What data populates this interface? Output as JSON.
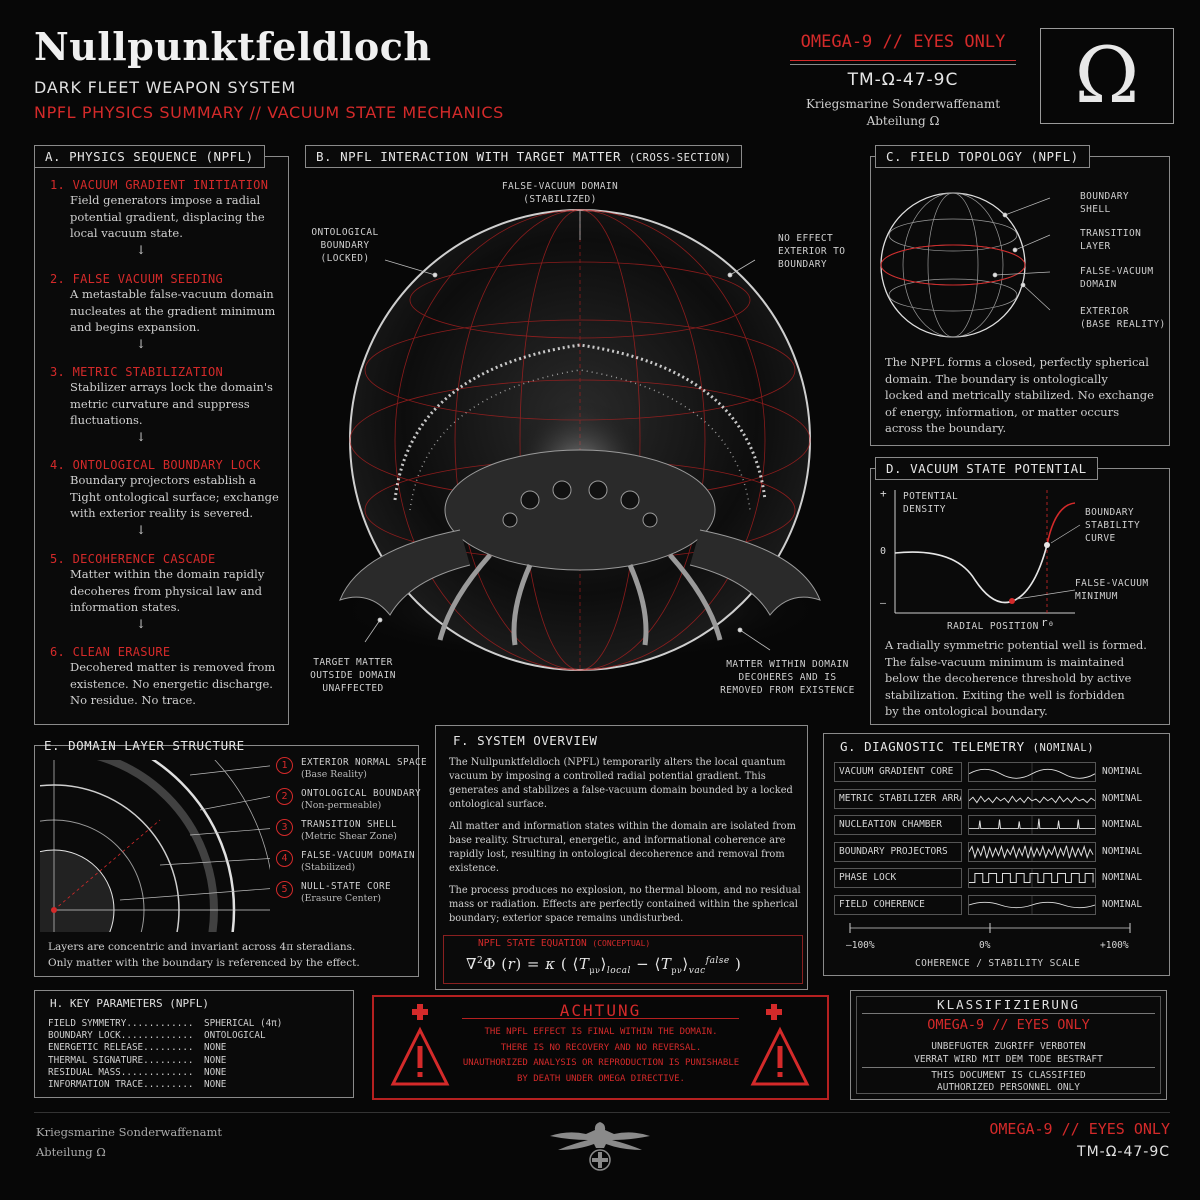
{
  "header": {
    "title": "Nullpunktfeldloch",
    "subtitle": "DARK FLEET WEAPON SYSTEM",
    "subtitle2": "NPFL PHYSICS SUMMARY // VACUUM STATE MECHANICS",
    "classification": "OMEGA-9 // EYES ONLY",
    "doc_code": "TM-Ω-47-9C",
    "org_line1": "Kriegsmarine Sonderwaffenamt",
    "org_line2": "Abteilung Ω",
    "omega_symbol": "Ω"
  },
  "panel_a": {
    "title": "A. PHYSICS SEQUENCE (NPFL)",
    "steps": [
      {
        "heading": "1. VACUUM GRADIENT INITIATION",
        "l1": "Field generators impose a radial",
        "l2": "potential gradient, displacing the",
        "l3": "local vacuum state."
      },
      {
        "heading": "2. FALSE VACUUM SEEDING",
        "l1": "A metastable false-vacuum domain",
        "l2": "nucleates at the gradient minimum",
        "l3": "and begins expansion."
      },
      {
        "heading": "3. METRIC STABILIZATION",
        "l1": "Stabilizer arrays lock the domain's",
        "l2": "metric curvature and suppress",
        "l3": "fluctuations."
      },
      {
        "heading": "4. ONTOLOGICAL BOUNDARY LOCK",
        "l1": "Boundary projectors establish a",
        "l2": "Tight ontological surface; exchange",
        "l3": "with exterior reality is severed."
      },
      {
        "heading": "5. DECOHERENCE CASCADE",
        "l1": "Matter within the domain rapidly",
        "l2": "decoheres from physical law and",
        "l3": "information states."
      },
      {
        "heading": "6. CLEAN ERASURE",
        "l1": "Decohered matter is removed from",
        "l2": "existence. No energetic discharge.",
        "l3": "No residue. No trace."
      }
    ],
    "arrow": "↓"
  },
  "panel_b": {
    "title": "B. NPFL INTERACTION WITH TARGET MATTER",
    "title_small": "(CROSS-SECTION)",
    "label_false_vacuum": [
      "FALSE-VACUUM DOMAIN",
      "(STABILIZED)"
    ],
    "label_boundary": [
      "ONTOLOGICAL",
      "BOUNDARY",
      "(LOCKED)"
    ],
    "label_no_effect": [
      "NO EFFECT",
      "EXTERIOR TO",
      "BOUNDARY"
    ],
    "label_target": [
      "TARGET MATTER",
      "OUTSIDE DOMAIN",
      "UNAFFECTED"
    ],
    "label_within": [
      "MATTER WITHIN DOMAIN",
      "DECOHERES AND IS",
      "REMOVED FROM EXISTENCE"
    ]
  },
  "panel_c": {
    "title": "C. FIELD TOPOLOGY (NPFL)",
    "labels": [
      [
        "BOUNDARY",
        "SHELL"
      ],
      [
        "TRANSITION",
        "LAYER"
      ],
      [
        "FALSE-VACUUM",
        "DOMAIN"
      ],
      [
        "EXTERIOR",
        "(BASE REALITY)"
      ]
    ],
    "text": [
      "The NPFL forms a closed, perfectly spherical",
      "domain. The boundary is ontologically",
      "locked and metrically stabilized. No exchange",
      "of energy, information, or matter occurs",
      "across the boundary."
    ]
  },
  "panel_d": {
    "title": "D. VACUUM STATE POTENTIAL",
    "y_plus": "+",
    "y_zero": "0",
    "y_minus": "–",
    "y_label": [
      "POTENTIAL",
      "DENSITY"
    ],
    "x_label": "RADIAL POSITION",
    "r0": "r₀",
    "label_curve": [
      "BOUNDARY",
      "STABILITY",
      "CURVE"
    ],
    "label_min": [
      "FALSE-VACUUM",
      "MINIMUM"
    ],
    "text": [
      "A radially symmetric potential well is formed.",
      "The false-vacuum minimum is maintained",
      "below the decoherence threshold by active",
      "stabilization. Exiting the well is forbidden",
      "by the ontological boundary."
    ],
    "accent": "#d42a2a"
  },
  "panel_e": {
    "title": "E. DOMAIN LAYER STRUCTURE",
    "layers": [
      {
        "num": "1",
        "name": "EXTERIOR NORMAL SPACE",
        "sub": "(Base Reality)"
      },
      {
        "num": "2",
        "name": "ONTOLOGICAL BOUNDARY",
        "sub": "(Non-permeable)"
      },
      {
        "num": "3",
        "name": "TRANSITION SHELL",
        "sub": "(Metric Shear Zone)"
      },
      {
        "num": "4",
        "name": "FALSE-VACUUM DOMAIN",
        "sub": "(Stabilized)"
      },
      {
        "num": "5",
        "name": "NULL-STATE CORE",
        "sub": "(Erasure Center)"
      }
    ],
    "note1": "Layers are concentric and invariant across 4π steradians.",
    "note2": "Only matter with the boundary is referenced by the effect."
  },
  "panel_f": {
    "title": "F. SYSTEM OVERVIEW",
    "p1": [
      "The Nullpunktfeldloch (NPFL) temporarily alters the local quantum",
      "vacuum by imposing a controlled radial potential gradient. This",
      "generates and stabilizes a false-vacuum domain bounded by a locked",
      "ontological surface."
    ],
    "p2": [
      "All matter and information states within the domain are isolated from",
      "base reality. Structural, energetic, and informational coherence are",
      "rapidly lost, resulting in ontological decoherence and removal from",
      "existence."
    ],
    "p3": [
      "The process produces no explosion, no thermal bloom, and no residual",
      "mass or radiation. Effects are perfectly contained within the spherical",
      "boundary; exterior space remains undisturbed."
    ],
    "eq_title": "NPFL STATE EQUATION",
    "eq_title_small": "(CONCEPTUAL)"
  },
  "panel_g": {
    "title": "G. DIAGNOSTIC TELEMETRY",
    "title_small": "(NOMINAL)",
    "rows": [
      {
        "label": "VACUUM GRADIENT CORE",
        "status": "NOMINAL"
      },
      {
        "label": "METRIC STABILIZER ARRAY",
        "status": "NOMINAL"
      },
      {
        "label": "NUCLEATION CHAMBER",
        "status": "NOMINAL"
      },
      {
        "label": "BOUNDARY PROJECTORS",
        "status": "NOMINAL"
      },
      {
        "label": "PHASE LOCK",
        "status": "NOMINAL"
      },
      {
        "label": "FIELD COHERENCE",
        "status": "NOMINAL"
      }
    ],
    "scale_left": "–100%",
    "scale_mid": "0%",
    "scale_right": "+100%",
    "scale_label": "COHERENCE / STABILITY SCALE"
  },
  "panel_h": {
    "title": "H. KEY PARAMETERS (NPFL)",
    "rows": [
      {
        "k": "FIELD SYMMETRY............",
        "v": "SPHERICAL (4π)"
      },
      {
        "k": "BOUNDARY LOCK.............",
        "v": "ONTOLOGICAL"
      },
      {
        "k": "ENERGETIC RELEASE.........",
        "v": "NONE"
      },
      {
        "k": "THERMAL SIGNATURE.........",
        "v": "NONE"
      },
      {
        "k": "RESIDUAL MASS.............",
        "v": "NONE"
      },
      {
        "k": "INFORMATION TRACE.........",
        "v": "NONE"
      }
    ]
  },
  "warning": {
    "title": "ACHTUNG",
    "lines": [
      "THE NPFL EFFECT IS FINAL WITHIN THE DOMAIN.",
      "THERE IS NO RECOVERY AND NO REVERSAL.",
      "UNAUTHORIZED ANALYSIS OR REPRODUCTION IS PUNISHABLE",
      "BY DEATH UNDER OMEGA DIRECTIVE."
    ],
    "color": "#d42a2a"
  },
  "classification_box": {
    "title": "KLASSIFIZIERUNG",
    "level": "OMEGA-9 // EYES ONLY",
    "line1": "UNBEFUGTER ZUGRIFF VERBOTEN",
    "line2": "VERRAT WIRD MIT DEM TODE BESTRAFT",
    "line3": "THIS DOCUMENT IS CLASSIFIED",
    "line4": "AUTHORIZED PERSONNEL ONLY"
  },
  "footer": {
    "org_line1": "Kriegsmarine Sonderwaffenamt",
    "org_line2": "Abteilung Ω",
    "classification": "OMEGA-9 // EYES ONLY",
    "doc_code": "TM-Ω-47-9C"
  }
}
